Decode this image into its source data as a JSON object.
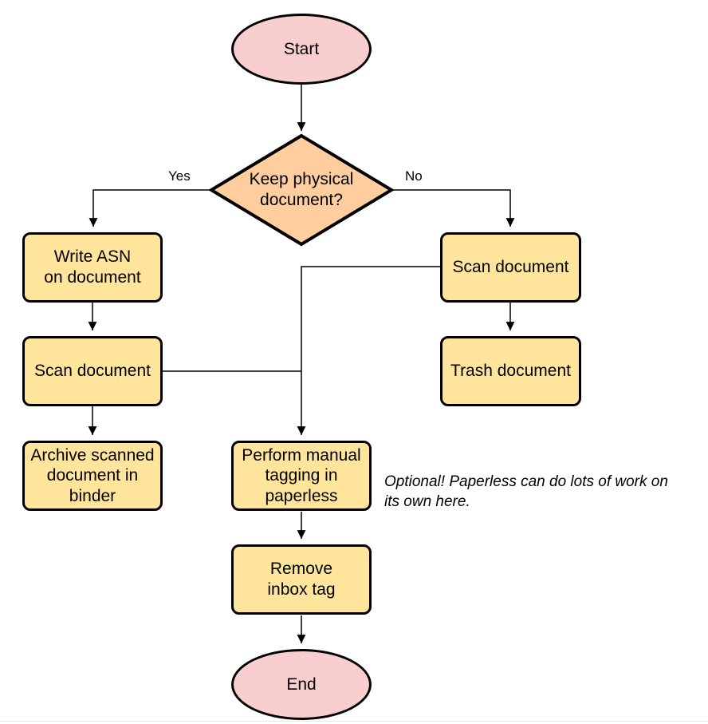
{
  "colors": {
    "terminal_fill": "#f8cecf",
    "decision_fill": "#ffcd9e",
    "process_fill": "#ffe49c",
    "stroke": "#000000"
  },
  "nodes": {
    "start": "Start",
    "decision": "Keep physical\ndocument?",
    "write_asn": "Write ASN\non document",
    "scan_left": "Scan document",
    "archive": "Archive scanned\ndocument in\nbinder",
    "scan_right": "Scan document",
    "trash": "Trash document",
    "tagging": "Perform manual\ntagging in\npaperless",
    "remove_inbox": "Remove\ninbox tag",
    "end": "End"
  },
  "edge_labels": {
    "yes": "Yes",
    "no": "No"
  },
  "annotation": "Optional! Paperless can do lots of work on\nits own here."
}
